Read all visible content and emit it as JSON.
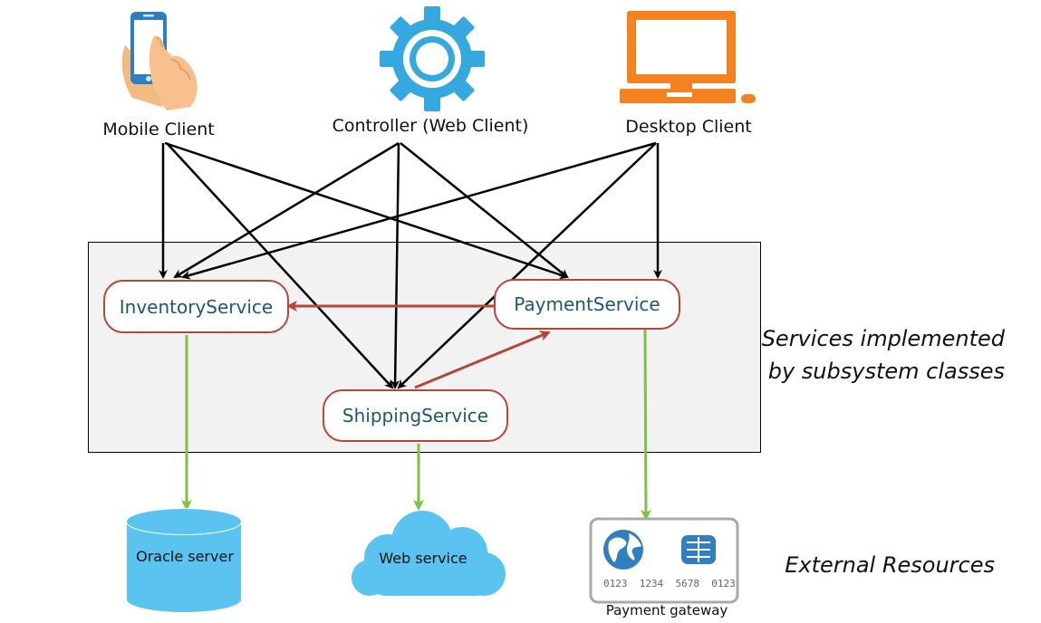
{
  "clients": {
    "mobile": {
      "label": "Mobile Client",
      "icon": "mobile-phone-hand-icon"
    },
    "controller": {
      "label": "Controller (Web Client)",
      "icon": "gear-icon"
    },
    "desktop": {
      "label": "Desktop Client",
      "icon": "desktop-computer-icon"
    }
  },
  "services": {
    "inventory": "InventoryService",
    "payment": "PaymentService",
    "shipping": "ShippingService"
  },
  "notes": {
    "services_line1": "Services implemented",
    "services_line2": "by subsystem classes",
    "external": "External Resources"
  },
  "resources": {
    "oracle": "Oracle server",
    "web_service": "Web service",
    "payment_gateway": "Payment gateway",
    "card_number": "0123  1234  5678  0123"
  },
  "colors": {
    "client_arrow": "#000000",
    "service_arrow": "#b5473a",
    "resource_arrow": "#7dc242",
    "service_text": "#1e5a66",
    "resource_fill": "#5bc3ef",
    "desktop_orange": "#f58220",
    "gear_blue": "#35a8e0"
  }
}
